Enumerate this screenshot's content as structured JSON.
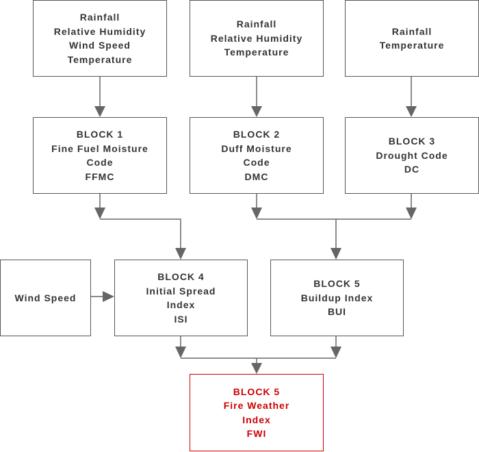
{
  "colors": {
    "box_border": "#555555",
    "text": "#333333",
    "arrow": "#666666",
    "highlight": "#cc0000"
  },
  "inputs": [
    {
      "lines": [
        "Rainfall",
        "Relative Humidity",
        "Wind Speed",
        "Temperature"
      ]
    },
    {
      "lines": [
        "Rainfall",
        "Relative Humidity",
        "Temperature"
      ]
    },
    {
      "lines": [
        "Rainfall",
        "Temperature"
      ]
    }
  ],
  "blocks": [
    {
      "lines": [
        "BLOCK 1",
        "Fine Fuel Moisture",
        "Code",
        "FFMC"
      ]
    },
    {
      "lines": [
        "BLOCK 2",
        "Duff Moisture",
        "Code",
        "DMC"
      ]
    },
    {
      "lines": [
        "BLOCK 3",
        "Drought Code",
        "DC"
      ]
    },
    {
      "lines": [
        "BLOCK 4",
        "Initial Spread",
        "Index",
        "ISI"
      ]
    },
    {
      "lines": [
        "BLOCK 5",
        "Buildup Index",
        "BUI"
      ]
    },
    {
      "lines": [
        "BLOCK 5",
        "Fire Weather",
        "Index",
        "FWI"
      ]
    }
  ],
  "wind_input": {
    "lines": [
      "Wind Speed"
    ]
  }
}
